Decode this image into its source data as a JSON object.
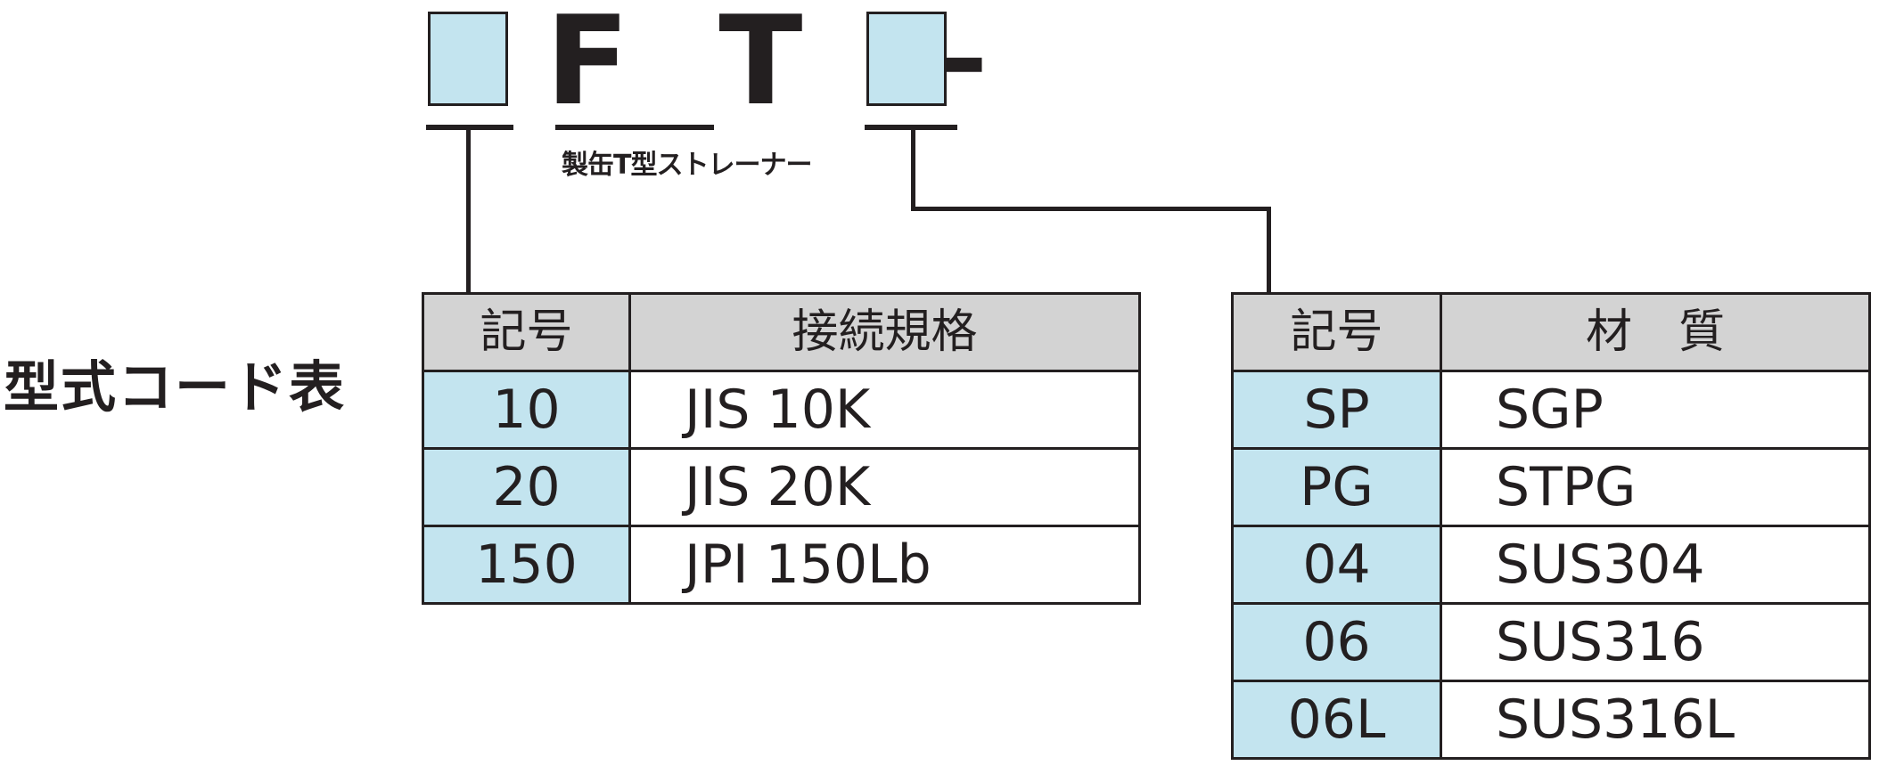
{
  "title": "型式コード表",
  "code": {
    "prefix": "F T −",
    "subtitle": "製缶T型ストレーナー"
  },
  "connection_table": {
    "headers": [
      "記号",
      "接続規格"
    ],
    "rows": [
      [
        "10",
        "JIS 10K"
      ],
      [
        "20",
        "JIS 20K"
      ],
      [
        "150",
        "JPI 150Lb"
      ]
    ]
  },
  "material_table": {
    "headers": [
      "記号",
      "材　質"
    ],
    "rows": [
      [
        "SP",
        "SGP"
      ],
      [
        "PG",
        "STPG"
      ],
      [
        "04",
        "SUS304"
      ],
      [
        "06",
        "SUS316"
      ],
      [
        "06L",
        "SUS316L"
      ]
    ]
  },
  "colors": {
    "code_fill": "#c3e4ef",
    "header_fill": "#d3d3d3",
    "ink": "#231f20"
  }
}
